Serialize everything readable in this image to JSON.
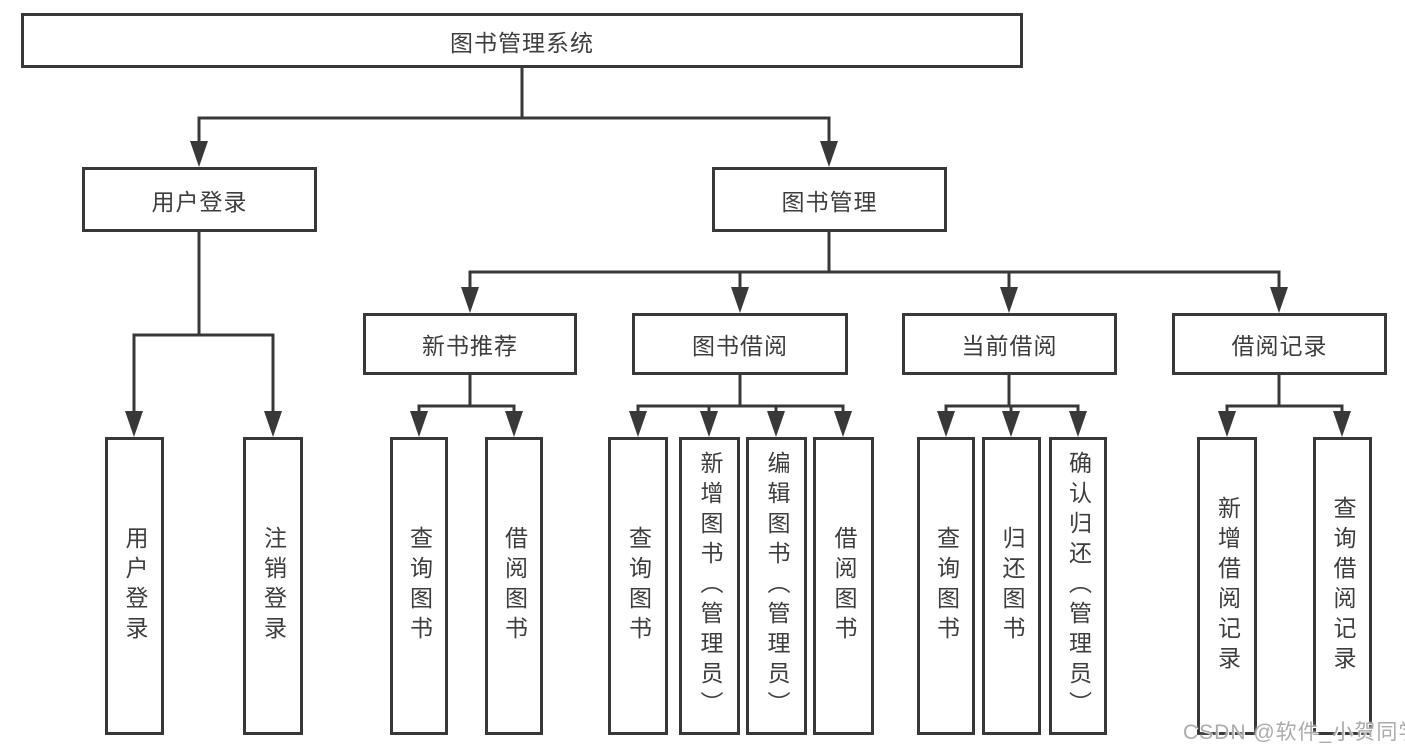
{
  "root": {
    "label": "图书管理系统"
  },
  "branches": [
    {
      "label": "用户登录",
      "children": [
        {
          "label": "用户登录"
        },
        {
          "label": "注销登录"
        }
      ]
    },
    {
      "label": "图书管理",
      "children": [
        {
          "label": "新书推荐",
          "children": [
            {
              "label": "查询图书"
            },
            {
              "label": "借阅图书"
            }
          ]
        },
        {
          "label": "图书借阅",
          "children": [
            {
              "label": "查询图书"
            },
            {
              "label": "新增图书（管理员）"
            },
            {
              "label": "编辑图书（管理员）"
            },
            {
              "label": "借阅图书"
            }
          ]
        },
        {
          "label": "当前借阅",
          "children": [
            {
              "label": "查询图书"
            },
            {
              "label": "归还图书"
            },
            {
              "label": "确认归还（管理员）"
            }
          ]
        },
        {
          "label": "借阅记录",
          "children": [
            {
              "label": "新增借阅记录"
            },
            {
              "label": "查询借阅记录"
            }
          ]
        }
      ]
    }
  ],
  "watermark": "CSDN @软件_小贺同学",
  "colors": {
    "line": "#383838",
    "text": "#3d3d3d",
    "watermark": "#ababab",
    "background": "#ffffff"
  }
}
